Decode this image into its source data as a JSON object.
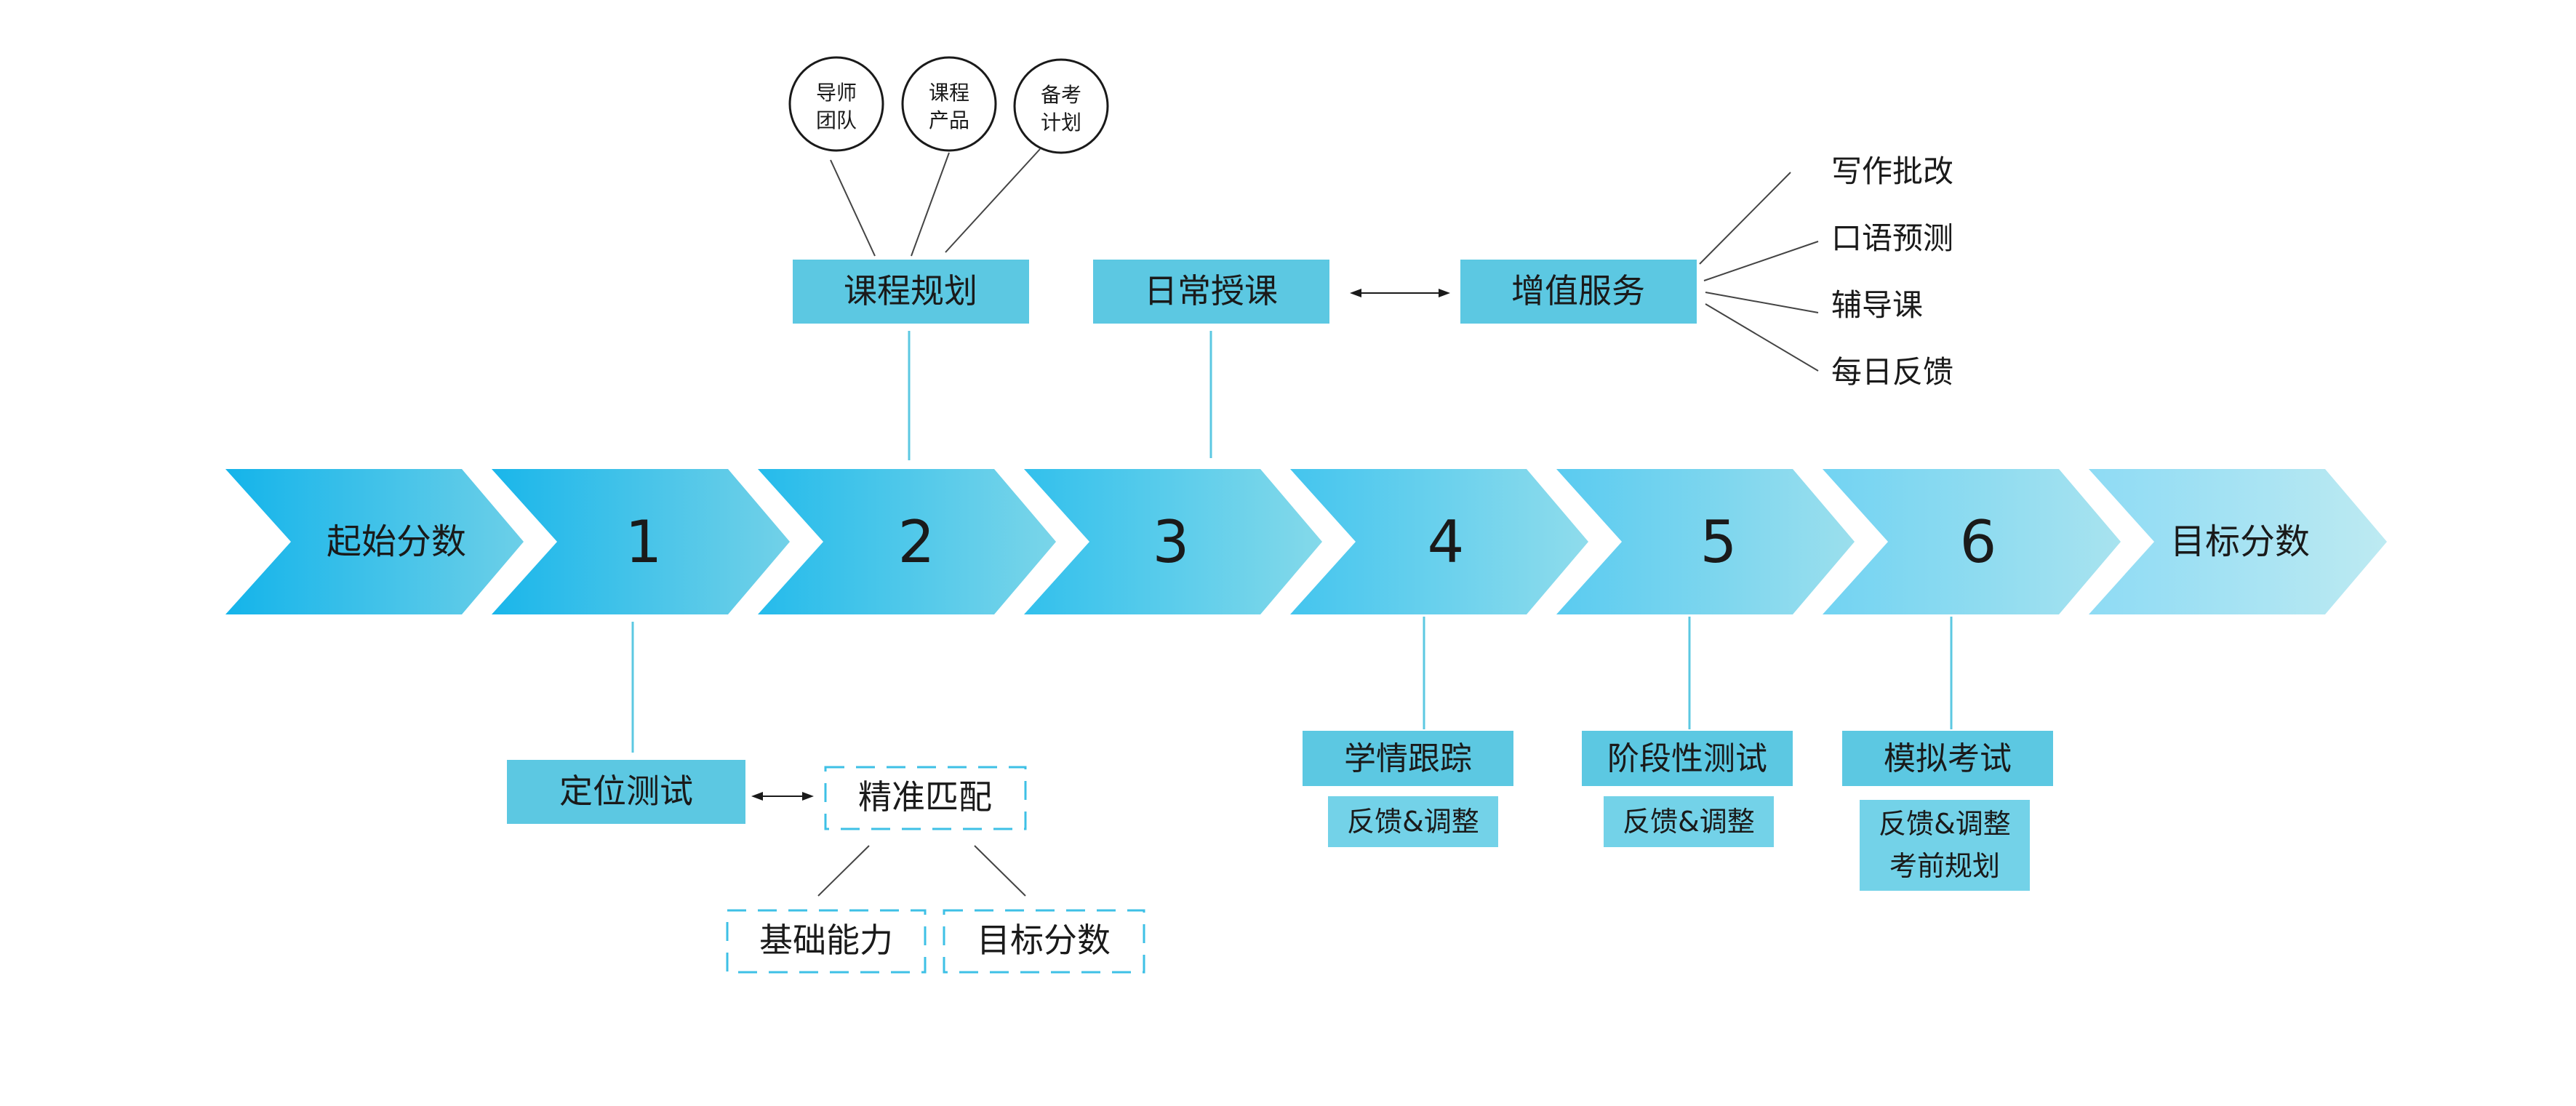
{
  "arrows": {
    "labels": [
      "起始分数",
      "1",
      "2",
      "3",
      "4",
      "5",
      "6",
      "目标分数"
    ],
    "colors": [
      [
        "#14b4ea",
        "#6ccfe8"
      ],
      [
        "#1ab6ea",
        "#72d1e8"
      ],
      [
        "#25bbeb",
        "#7ad5e9"
      ],
      [
        "#32c0ec",
        "#84d9ea"
      ],
      [
        "#44c5ee",
        "#8fdcec"
      ],
      [
        "#5acbf0",
        "#9bdfed"
      ],
      [
        "#72d3f2",
        "#a8e3ef"
      ],
      [
        "#8edbf4",
        "#bdeaf2"
      ]
    ]
  },
  "top": {
    "circles": [
      "导师团队",
      "课程产品",
      "备考计划"
    ],
    "plan": "课程规划",
    "daily": "日常授课",
    "value": "增值服务",
    "services": [
      "写作批改",
      "口语预测",
      "辅导课",
      "每日反馈"
    ]
  },
  "bottom": {
    "positioning": "定位测试",
    "match": "精准匹配",
    "match_children": [
      "基础能力",
      "目标分数"
    ],
    "stages": [
      {
        "title": "学情跟踪",
        "notes": [
          "反馈&调整"
        ]
      },
      {
        "title": "阶段性测试",
        "notes": [
          "反馈&调整"
        ]
      },
      {
        "title": "模拟考试",
        "notes": [
          "反馈&调整",
          "考前规划"
        ]
      }
    ]
  },
  "colors": {
    "box": "#5cc8e2",
    "sub_box": "#73d2e8",
    "connector": "#5cc8e2",
    "dashed": "#3ec0e6",
    "line": "#444444"
  }
}
